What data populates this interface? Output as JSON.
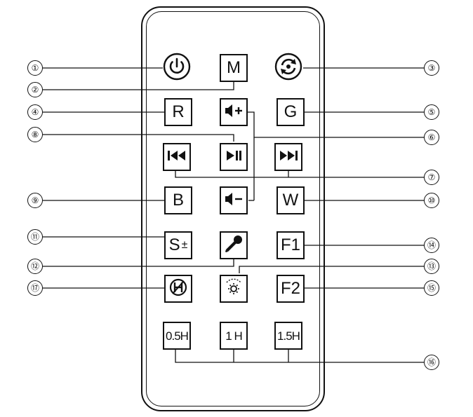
{
  "callouts": [
    "①",
    "②",
    "③",
    "④",
    "⑤",
    "⑥",
    "⑦",
    "⑧",
    "⑨",
    "⑩",
    "⑪",
    "⑫",
    "⑬",
    "⑭",
    "⑮",
    "⑯",
    "⑰"
  ],
  "buttons": {
    "mode": "M",
    "red": "R",
    "green": "G",
    "blue": "B",
    "white": "W",
    "speed": "S",
    "speed_sign": "±",
    "f1": "F1",
    "f2": "F2",
    "timer_05": "0.5H",
    "timer_1": "1 H",
    "timer_15": "1.5H"
  },
  "icons": {
    "power": "power-icon",
    "rotate": "rotate-icon",
    "volume_up": "volume-up-icon",
    "volume_down": "volume-down-icon",
    "prev": "previous-track-icon",
    "play_pause": "play-pause-icon",
    "next": "next-track-icon",
    "microphone": "microphone-icon",
    "brightness": "brightness-icon",
    "hold": "hold-icon"
  }
}
